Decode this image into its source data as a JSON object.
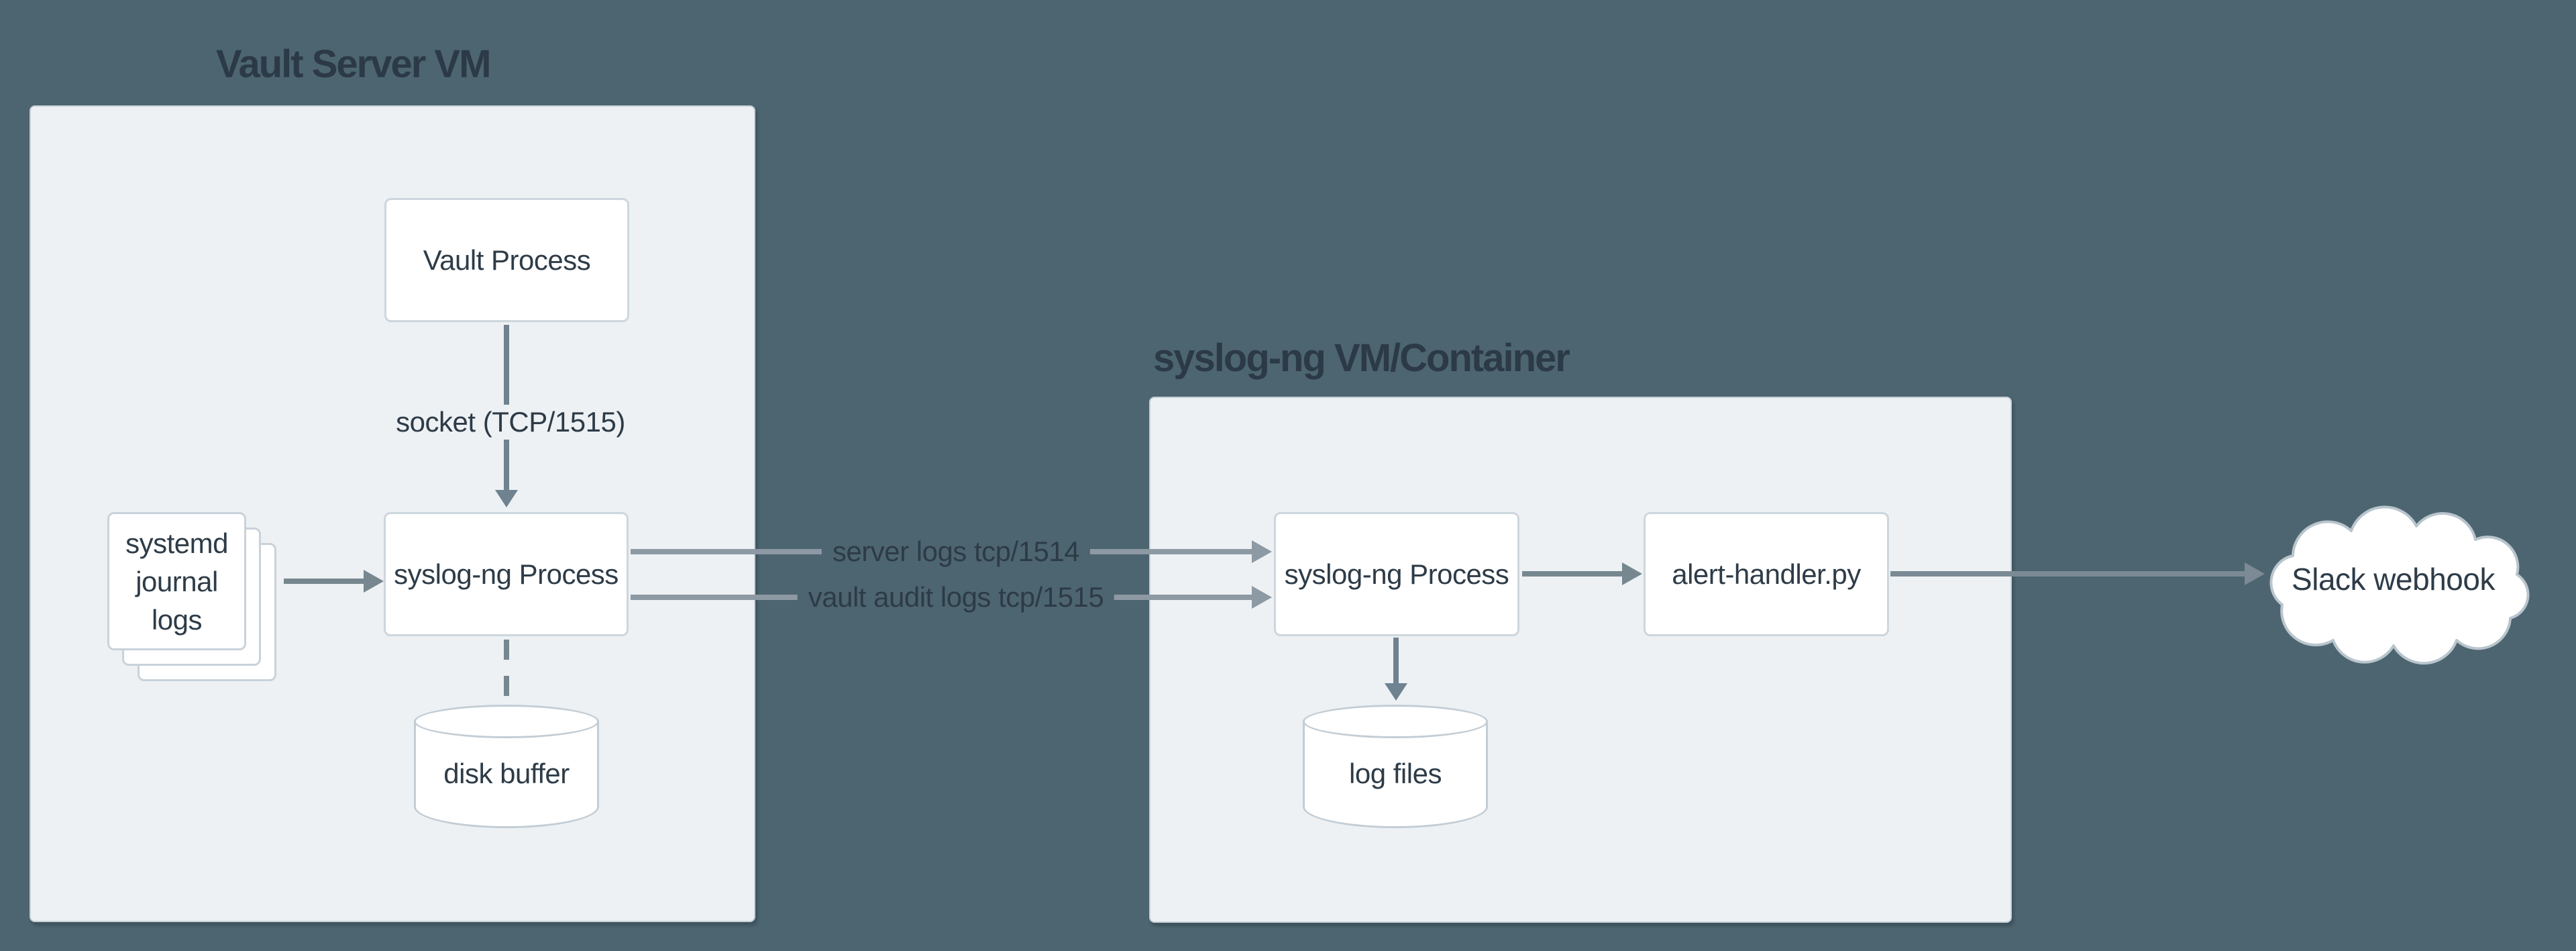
{
  "colors": {
    "background": "#4d6570",
    "group_fill": "#edf1f4",
    "group_border": "#c7d0d7",
    "node_fill": "#ffffff",
    "node_border": "#cdd6dd",
    "text": "#2e3c48",
    "title_text": "#2b3a46",
    "arrow": "#6e8290",
    "arrow_long": "#8d99a3",
    "cloud_border": "#b9c5cd"
  },
  "groups": {
    "vault_vm": {
      "title": "Vault Server VM"
    },
    "syslog_vm": {
      "title": "syslog-ng VM/Container"
    }
  },
  "nodes": {
    "vault_process": {
      "label": "Vault Process"
    },
    "systemd_journal": {
      "lines": [
        "systemd",
        "journal",
        "logs"
      ]
    },
    "syslog_left": {
      "label": "syslog-ng Process"
    },
    "disk_buffer": {
      "label": "disk buffer"
    },
    "syslog_right": {
      "label": "syslog-ng Process"
    },
    "alert_handler": {
      "label": "alert-handler.py"
    },
    "log_files": {
      "label": "log files"
    },
    "slack_webhook": {
      "label": "Slack webhook"
    }
  },
  "edges": {
    "socket": {
      "label": "socket (TCP/1515)"
    },
    "server_logs": {
      "label": "server logs tcp/1514"
    },
    "vault_audit_logs": {
      "label": "vault audit logs tcp/1515"
    }
  }
}
